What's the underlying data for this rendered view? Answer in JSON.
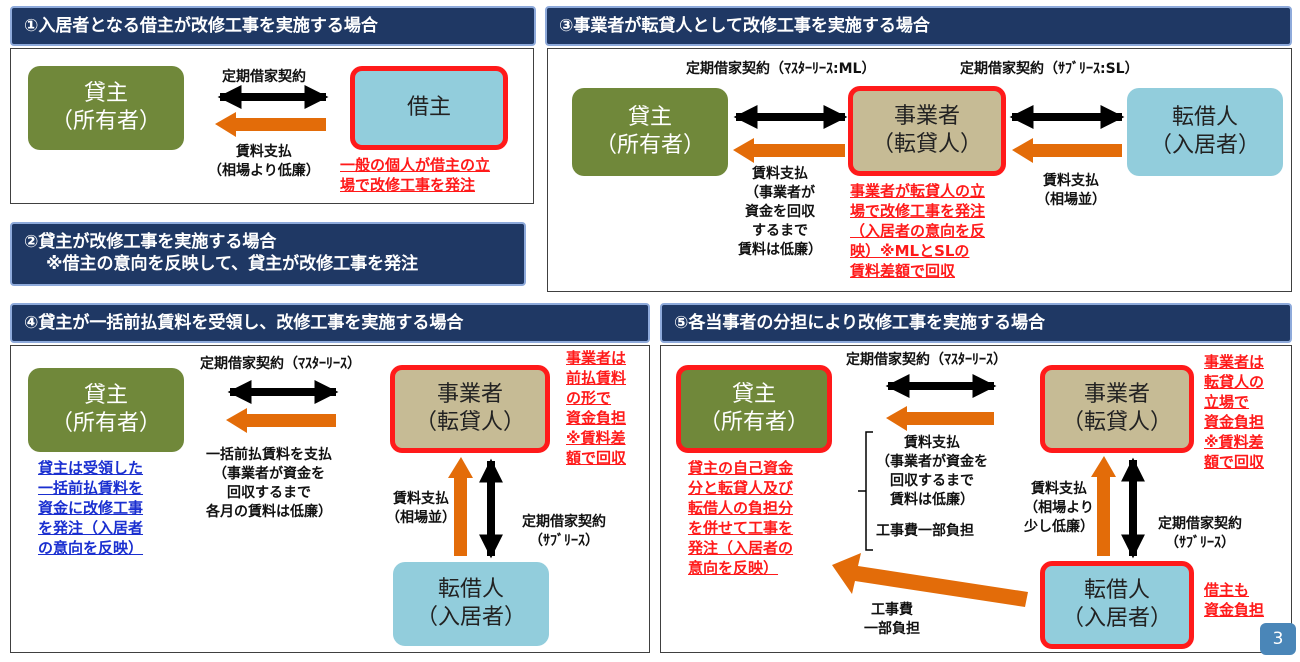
{
  "headers": {
    "s1": "①入居者となる借主が改修工事を実施する場合",
    "s2_line1": "②貸主が改修工事を実施する場合",
    "s2_line2": "※借主の意向を反映して、貸主が改修工事を発注",
    "s3": "③事業者が転貸人として改修工事を実施する場合",
    "s4": "④貸主が一括前払賃料を受領し、改修工事を実施する場合",
    "s5": "⑤各当事者の分担により改修工事を実施する場合"
  },
  "entities": {
    "owner_l1": "貸主",
    "owner_l2": "（所有者）",
    "tenant_l1": "借主",
    "biz_l1": "事業者",
    "biz_l2": "（転貸人）",
    "sub_l1": "転借人",
    "sub_l2": "（入居者）"
  },
  "s1": {
    "contract": "定期借家契約",
    "rent_l1": "賃料支払",
    "rent_l2": "（相場より低廉）",
    "note_l1": "一般の個人が借主の立",
    "note_l2": "場で改修工事を発注"
  },
  "s3": {
    "contract_ml": "定期借家契約（ﾏｽﾀｰﾘｰｽ:ML）",
    "contract_sl": "定期借家契約（ｻﾌﾞﾘｰｽ:SL）",
    "rent_left_l1": "賃料支払",
    "rent_left_l2": "（事業者が",
    "rent_left_l3": "資金を回収",
    "rent_left_l4": "するまで",
    "rent_left_l5": "賃料は低廉）",
    "rent_right_l1": "賃料支払",
    "rent_right_l2": "（相場並）",
    "note_l1": "事業者が転貸人の立",
    "note_l2": "場で改修工事を発注",
    "note_l3": "（入居者の意向を反",
    "note_l4": "映）※MLとSLの",
    "note_l5": "賃料差額で回収"
  },
  "s4": {
    "contract_ml": "定期借家契約（ﾏｽﾀｰﾘｰｽ）",
    "prepay_l1": "一括前払賃料を支払",
    "prepay_l2": "（事業者が資金を",
    "prepay_l3": "回収するまで",
    "prepay_l4": "各月の賃料は低廉）",
    "rent_l1": "賃料支払",
    "rent_l2": "（相場並）",
    "contract_sl_l1": "定期借家契約",
    "contract_sl_l2": "（ｻﾌﾞﾘｰｽ）",
    "red_l1": "事業者は",
    "red_l2": "前払賃料",
    "red_l3": "の形で",
    "red_l4": "資金負担",
    "red_l5": "※賃料差",
    "red_l6": "額で回収",
    "blue_l1": "貸主は受領した",
    "blue_l2": "一括前払賃料を",
    "blue_l3": "資金に改修工事",
    "blue_l4": "を発注（入居者",
    "blue_l5": "の意向を反映）"
  },
  "s5": {
    "contract_ml": "定期借家契約（ﾏｽﾀｰﾘｰｽ）",
    "rent_l1": "賃料支払",
    "rent_l2": "（事業者が資金を",
    "rent_l3": "回収するまで",
    "rent_l4": "賃料は低廉）",
    "cost_share": "工事費一部負担",
    "rent_sub_l1": "賃料支払",
    "rent_sub_l2": "（相場より",
    "rent_sub_l3": "少し低廉）",
    "contract_sl_l1": "定期借家契約",
    "contract_sl_l2": "（ｻﾌﾞﾘｰｽ）",
    "cost_l1": "工事費",
    "cost_l2": "一部負担",
    "red_owner_l1": "貸主の自己資金",
    "red_owner_l2": "分と転貸人及び",
    "red_owner_l3": "転借人の負担分",
    "red_owner_l4": "を併せて工事を",
    "red_owner_l5": "発注（入居者の",
    "red_owner_l6": "意向を反映）",
    "red_biz_l1": "事業者は",
    "red_biz_l2": "転貸人の",
    "red_biz_l3": "立場で",
    "red_biz_l4": "資金負担",
    "red_biz_l5": "※賃料差",
    "red_biz_l6": "額で回収",
    "red_sub_l1": "借主も",
    "red_sub_l2": "資金負担"
  },
  "page_number": "3",
  "colors": {
    "header_bg": "#1f3864",
    "owner": "#70883a",
    "business": "#c6bb95",
    "tenant": "#92cddc",
    "arrow_orange": "#e36c09",
    "highlight_red": "#ff1a1a",
    "note_blue": "#1a2fd0"
  }
}
